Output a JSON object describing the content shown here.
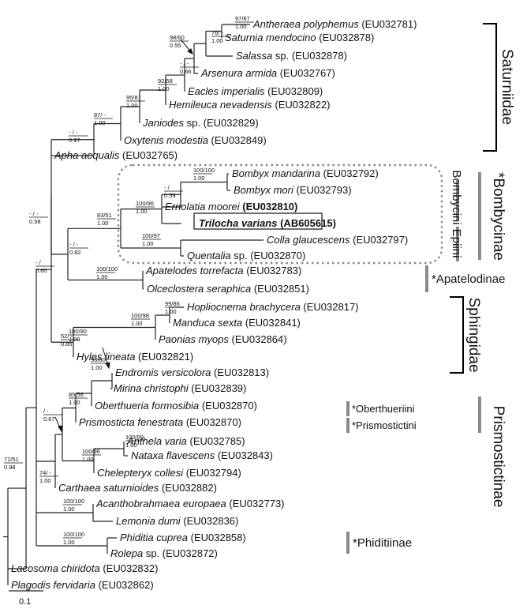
{
  "leaves": [
    {
      "id": "L1",
      "genus": "Antheraea polyphemus",
      "suffix": " (EU032781)"
    },
    {
      "id": "L2",
      "genus": "Saturnia mendocino",
      "suffix": " (EU032878)"
    },
    {
      "id": "L3",
      "genus": "Salassa",
      "suffix": " sp. (EU032878)"
    },
    {
      "id": "L4",
      "genus": "Arsenura armida",
      "suffix": " (EU032767)"
    },
    {
      "id": "L5",
      "genus": "Eacles imperialis",
      "suffix": " (EU032809)"
    },
    {
      "id": "L6",
      "genus": "Hemileuca nevadensis",
      "suffix": " (EU032822)"
    },
    {
      "id": "L7",
      "genus": "Janiodes",
      "suffix": " sp. (EU032829)"
    },
    {
      "id": "L8",
      "genus": "Oxytenis modestia",
      "suffix": " (EU032849)"
    },
    {
      "id": "L9",
      "genus": "Apha aequalis",
      "suffix": " (EU032765)"
    },
    {
      "id": "L10",
      "genus": "Bombyx mandarina",
      "suffix": " (EU032792)"
    },
    {
      "id": "L11",
      "genus": "Bombyx mori",
      "suffix": " (EU032793)"
    },
    {
      "id": "L12",
      "genus": "Ernolatia moorei",
      "suffix": " (EU032810)",
      "suffix_bold": true
    },
    {
      "id": "L13",
      "genus": "Trilocha varians",
      "suffix": " (AB605615)",
      "all_bold": true,
      "boxed": true
    },
    {
      "id": "L14",
      "genus": "Colla glaucescens",
      "suffix": " (EU032797)"
    },
    {
      "id": "L15",
      "genus": "Quentalia",
      "suffix": " sp. (EU032870)"
    },
    {
      "id": "L16",
      "genus": "Apatelodes torrefacta",
      "suffix": " (EU032783)"
    },
    {
      "id": "L17",
      "genus": "Olceclostera seraphica",
      "suffix": " (EU032851)"
    },
    {
      "id": "L18",
      "genus": "Hopliocnema brachycera",
      "suffix": " (EU032817)"
    },
    {
      "id": "L19",
      "genus": "Manduca sexta",
      "suffix": " (EU032841)"
    },
    {
      "id": "L20",
      "genus": "Paonias myops",
      "suffix": " (EU032864)"
    },
    {
      "id": "L21",
      "genus": "Hyles lineata",
      "suffix": " (EU032821)"
    },
    {
      "id": "L22",
      "genus": "Endromis versicolora",
      "suffix": " (EU032813)"
    },
    {
      "id": "L23",
      "genus": "Mirina christophi",
      "suffix": " (EU032839)"
    },
    {
      "id": "L24",
      "genus": "Oberthueria formosibia",
      "suffix": " (EU032870)"
    },
    {
      "id": "L25",
      "genus": "Prismosticta fenestrata",
      "suffix": " (EU032870)"
    },
    {
      "id": "L26",
      "genus": "Anthela varia",
      "suffix": " (EU032785)"
    },
    {
      "id": "L27",
      "genus": "Nataxa flavescens",
      "suffix": " (EU032843)"
    },
    {
      "id": "L28",
      "genus": "Chelepteryx collesi",
      "suffix": " (EU032794)"
    },
    {
      "id": "L29",
      "genus": "Carthaea saturnioides",
      "suffix": " (EU032882)"
    },
    {
      "id": "L30",
      "genus": "Acanthobrahmaea europaea",
      "suffix": " (EU032773)"
    },
    {
      "id": "L31",
      "genus": "Lemonia dumi",
      "suffix": " (EU032836)"
    },
    {
      "id": "L32",
      "genus": "Phiditia cuprea",
      "suffix": " (EU032858)"
    },
    {
      "id": "L33",
      "genus": "Rolepa",
      "suffix": " sp. (EU032872)"
    },
    {
      "id": "L34",
      "genus": "Lacosoma chiridota",
      "suffix": " (EU032832)"
    },
    {
      "id": "L35",
      "genus": "Plagodis fervidaria",
      "suffix": " (EU032862)"
    }
  ],
  "supports": [
    {
      "id": "s1",
      "top": "97/87",
      "bottom": "1.00"
    },
    {
      "id": "s2",
      "top": "76/ -",
      "bottom": "1.00"
    },
    {
      "id": "s3",
      "top": "98/60",
      "bottom": "0.55"
    },
    {
      "id": "s4",
      "top": "- / -",
      "bottom": "0.66"
    },
    {
      "id": "s5",
      "top": "92/58",
      "bottom": "1.00"
    },
    {
      "id": "s6",
      "top": "95/81",
      "bottom": "1.00"
    },
    {
      "id": "s7",
      "top": "87/ -",
      "bottom": "1.00"
    },
    {
      "id": "s8",
      "top": "- / -",
      "bottom": "0.97"
    },
    {
      "id": "s9",
      "top": "100/100",
      "bottom": "1.00"
    },
    {
      "id": "s10",
      "top": "- /",
      "bottom": "0.59"
    },
    {
      "id": "s11",
      "top": "100/96",
      "bottom": "1.00"
    },
    {
      "id": "s12",
      "top": "83/51",
      "bottom": "1.00"
    },
    {
      "id": "s13",
      "top": "100/97",
      "bottom": "1.00"
    },
    {
      "id": "s14",
      "top": "- / -",
      "bottom": "0.82"
    },
    {
      "id": "s15",
      "top": "100/100",
      "bottom": "1.00"
    },
    {
      "id": "s16",
      "top": "- / -",
      "bottom": "0.58"
    },
    {
      "id": "s17",
      "top": "99/86",
      "bottom": "1.00"
    },
    {
      "id": "s18",
      "top": "100/98",
      "bottom": "1.00"
    },
    {
      "id": "s19",
      "top": "100/90",
      "bottom": "1.00"
    },
    {
      "id": "s20",
      "top": "- /",
      "bottom": "0.60"
    },
    {
      "id": "s21",
      "top": "52/ -",
      "bottom": "0.85"
    },
    {
      "id": "s22",
      "top": "93/80",
      "bottom": "1.00"
    },
    {
      "id": "s23",
      "top": "85/56",
      "bottom": "1.00"
    },
    {
      "id": "s24",
      "top": "100/99",
      "bottom": "1.00"
    },
    {
      "id": "s25",
      "top": "100/96",
      "bottom": "1.00"
    },
    {
      "id": "s26",
      "top": "/ -",
      "bottom": "0.67"
    },
    {
      "id": "s27",
      "top": "74/ -",
      "bottom": "1.00"
    },
    {
      "id": "s28",
      "top": "100/100",
      "bottom": "1.00"
    },
    {
      "id": "s29",
      "top": "100/100",
      "bottom": "1.00"
    },
    {
      "id": "s30",
      "top": "71/51",
      "bottom": "0.98"
    }
  ],
  "groups": {
    "saturniidae": "Saturniidae",
    "bombycinae": "*Bombycinae",
    "bombycini": "Bombycini",
    "epiini": "Epiini",
    "apatelodinae": "*Apatelodinae",
    "sphingidae": "Sphingidae",
    "prismostictinae": "Prismostictinae",
    "oberthueriini": "*Oberthueriini",
    "prismostictini": "*Prismostictini",
    "phiditiinae": "*Phiditiinae"
  },
  "scale_bar": "0.1",
  "colors": {
    "line": "#222222",
    "bar": "#8a8a8a",
    "dotted_box": "#888888"
  }
}
